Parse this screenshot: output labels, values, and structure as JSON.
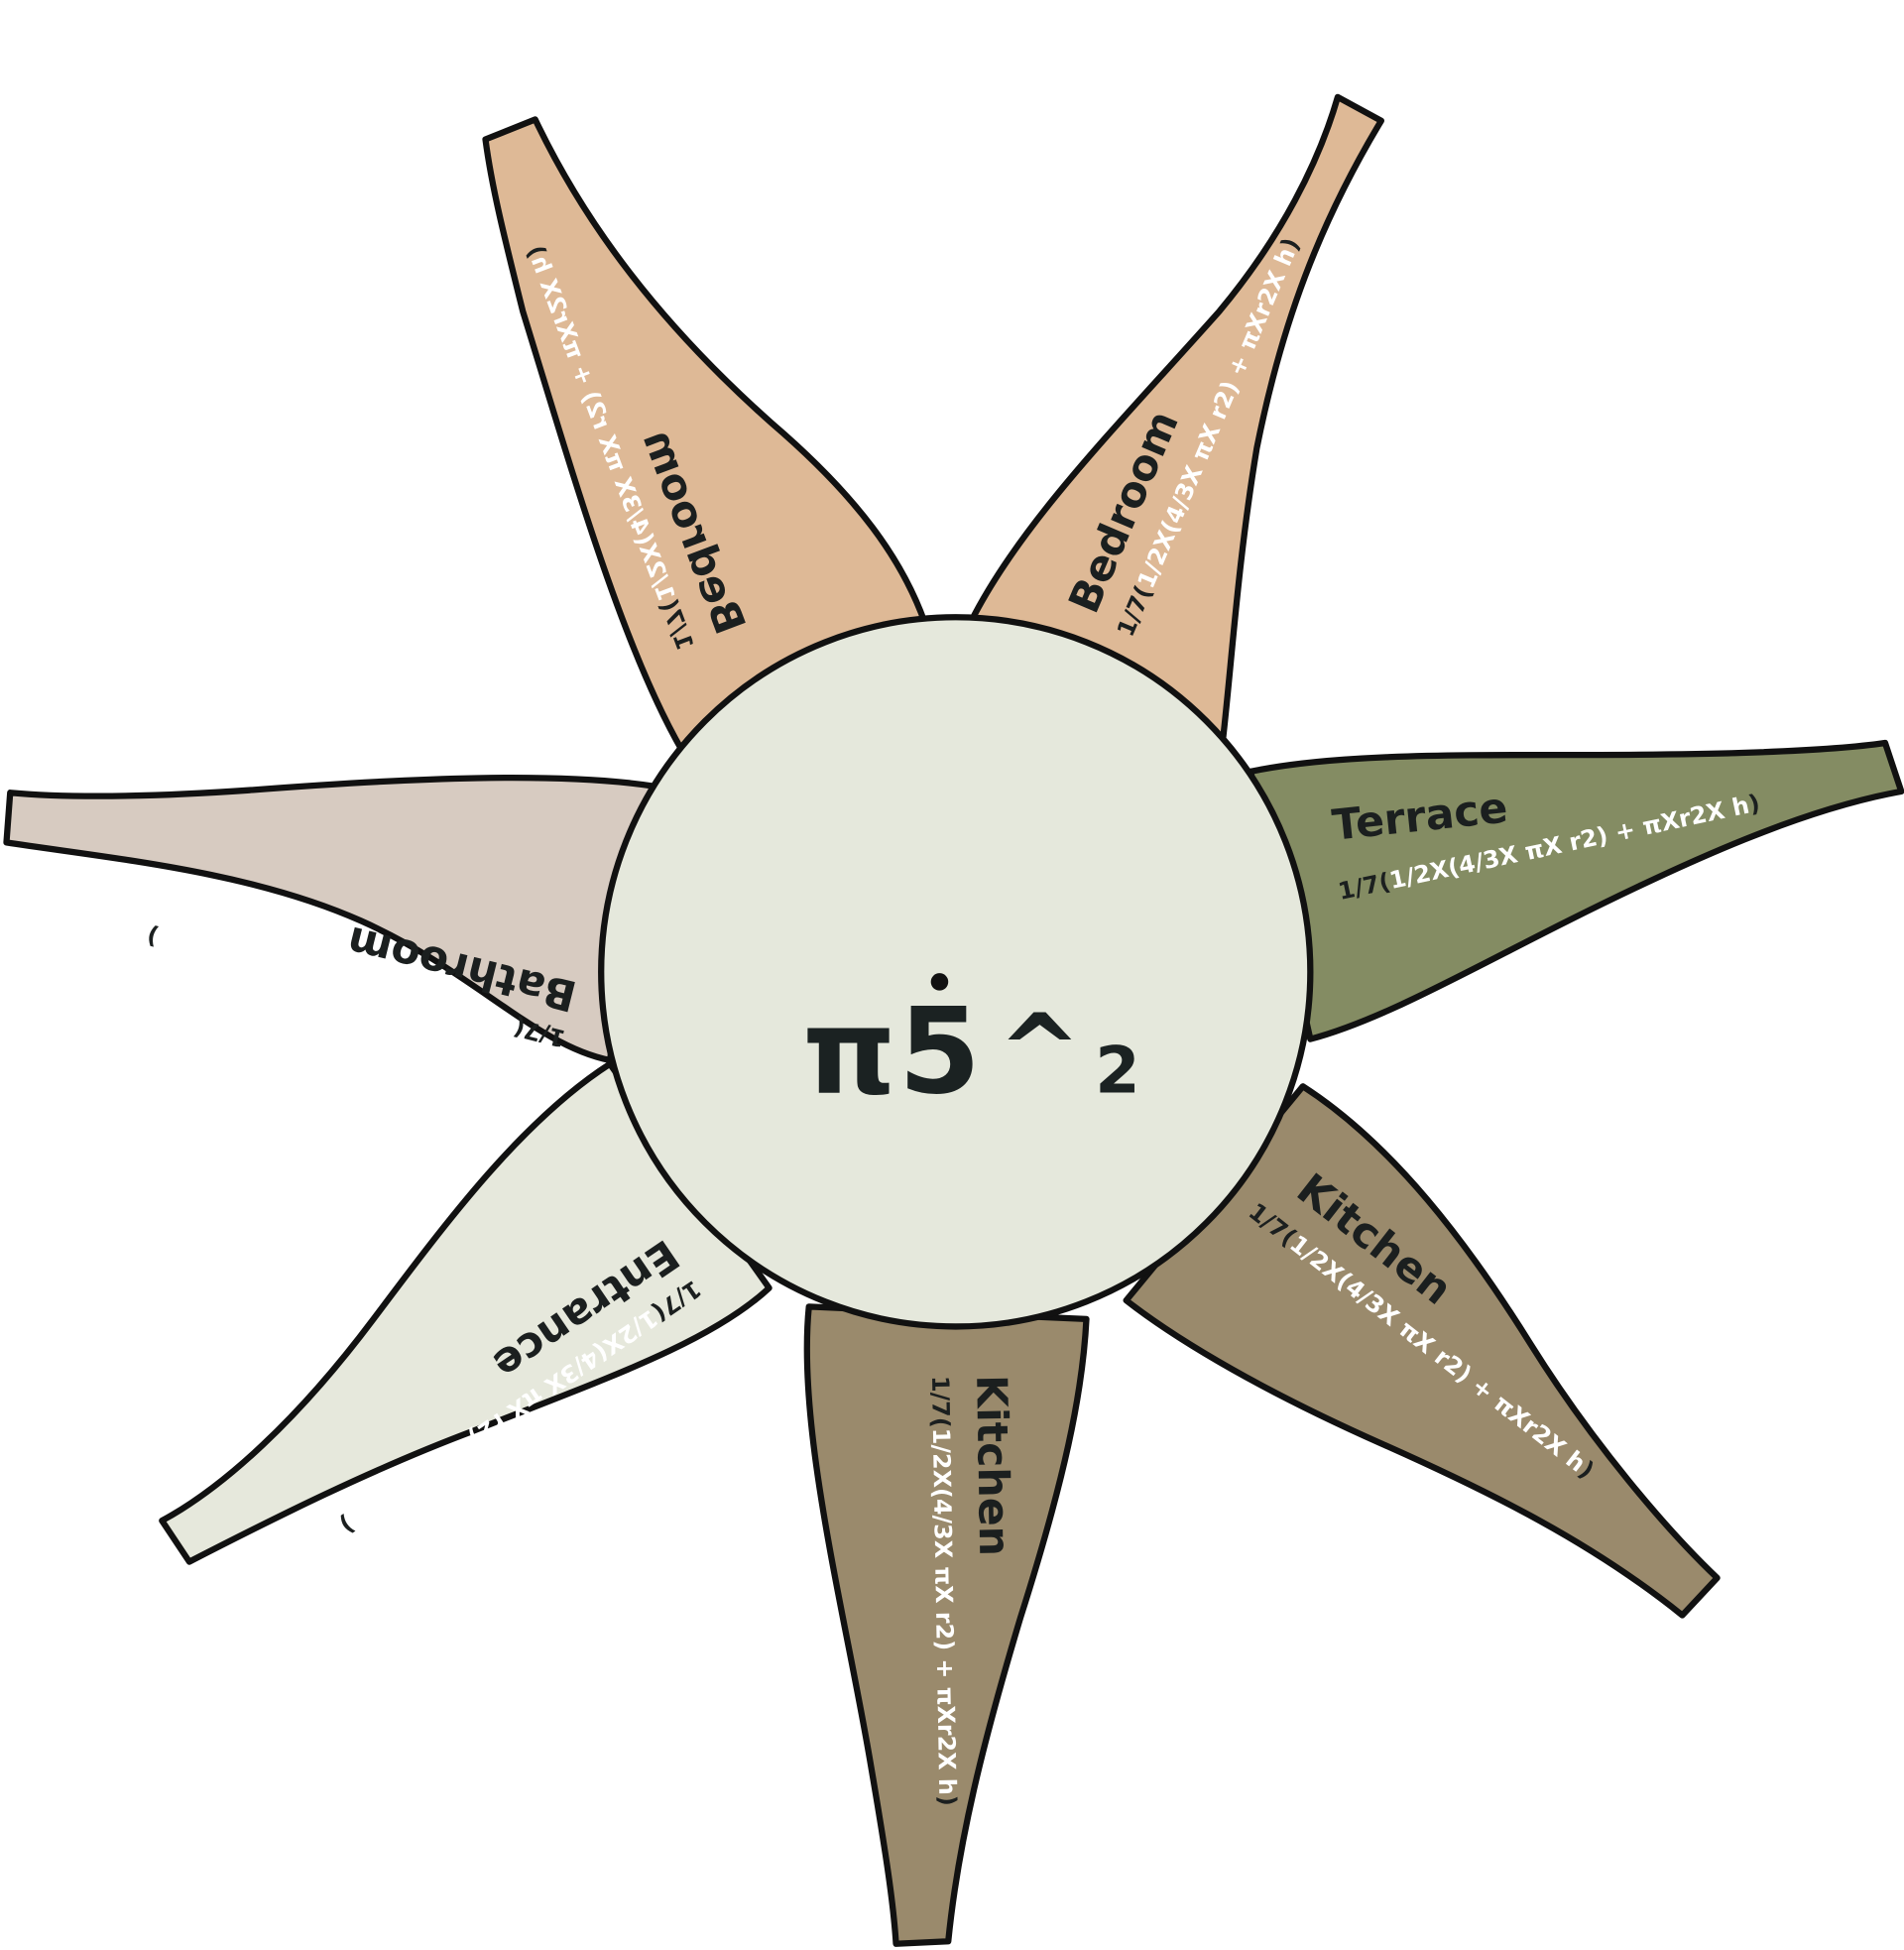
{
  "center": {
    "symbol": "π",
    "digit": "5",
    "caret": "^",
    "sub": "2"
  },
  "formula": {
    "prefix": "1/7(",
    "body": "1/2X(4/3X πX r2) + πXr2X h",
    "suffix": ")"
  },
  "petals": [
    {
      "label": "Bedroom",
      "color": "#deb996"
    },
    {
      "label": "Bedroom",
      "color": "#deb996"
    },
    {
      "label": "Terrace",
      "color": "#848c63"
    },
    {
      "label": "Kitchen",
      "color": "#9a8a6c"
    },
    {
      "label": "Kitchen",
      "color": "#9a8a6c"
    },
    {
      "label": "Entrance",
      "color": "#e6e8dc"
    },
    {
      "label": "Bathroom",
      "color": "#d7cbc1"
    }
  ],
  "colors": {
    "center_fill": "#e5e8dc",
    "outline": "#111111"
  }
}
